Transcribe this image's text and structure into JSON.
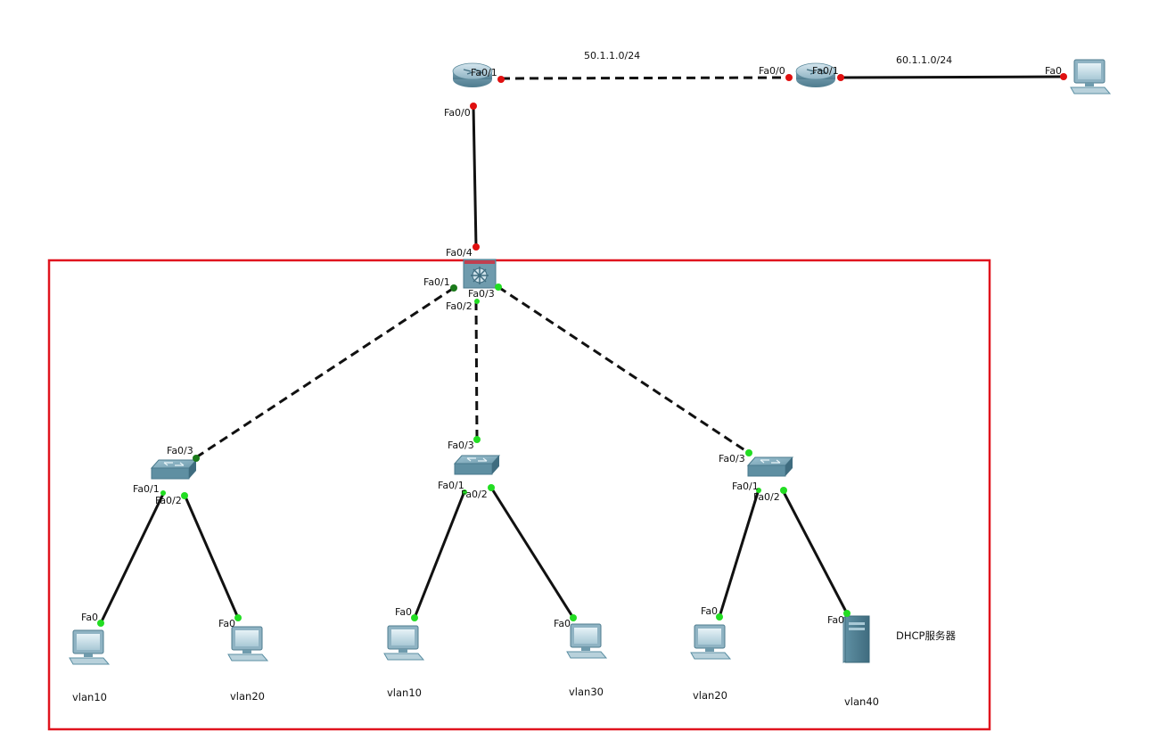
{
  "networks": {
    "net_wan": "50.1.1.0/24",
    "net_lan": "60.1.1.0/24"
  },
  "ports": {
    "r1_fa01": "Fa0/1",
    "r1_fa00": "Fa0/0",
    "r2_fa00": "Fa0/0",
    "r2_fa01": "Fa0/1",
    "pc_remote_fa0": "Fa0",
    "core_fa04": "Fa0/4",
    "core_fa01": "Fa0/1",
    "core_fa02": "Fa0/2",
    "core_fa03": "Fa0/3",
    "s1_fa03": "Fa0/3",
    "s1_fa01": "Fa0/1",
    "s1_fa02": "Fa0/2",
    "s2_fa03": "Fa0/3",
    "s2_fa01": "Fa0/1",
    "s2_fa02": "Fa0/2",
    "s3_fa03": "Fa0/3",
    "s3_fa01": "Fa0/1",
    "s3_fa02": "Fa0/2",
    "pc1_fa0": "Fa0",
    "pc2_fa0": "Fa0",
    "pc3_fa0": "Fa0",
    "pc4_fa0": "Fa0",
    "pc5_fa0": "Fa0",
    "srv_fa0": "Fa0"
  },
  "vlans": {
    "pc1": "vlan10",
    "pc2": "vlan20",
    "pc3": "vlan10",
    "pc4": "vlan30",
    "pc5": "vlan20",
    "srv": "vlan40"
  },
  "server_label": "DHCP服务器",
  "colors": {
    "link": "#111111",
    "port_down": "#e01010",
    "port_up": "#22dd22",
    "port_block": "#1b7a1b",
    "zone_border": "#e0141e",
    "device": "#5b8fa3"
  }
}
